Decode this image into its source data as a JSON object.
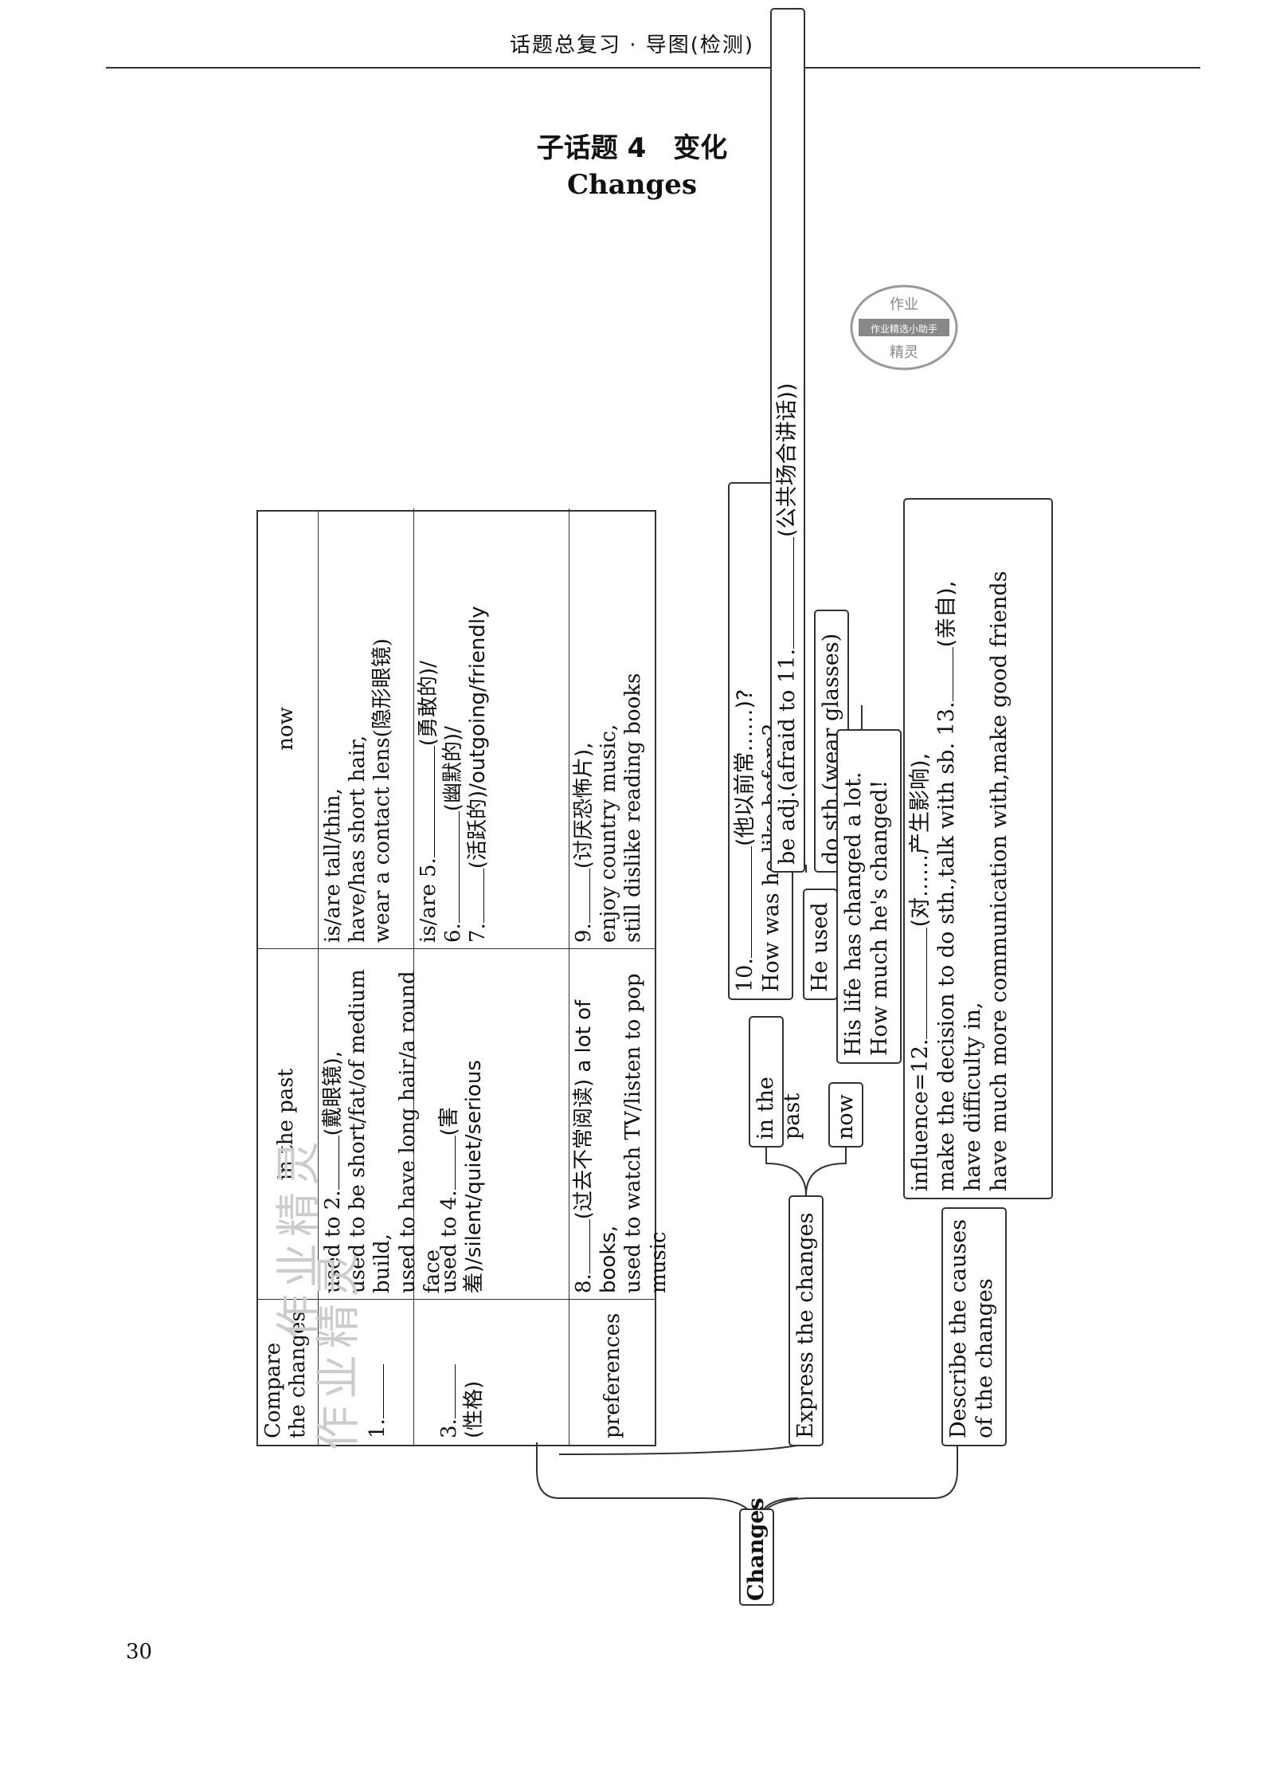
{
  "header": {
    "text": "话题总复习 · 导图(检测)"
  },
  "title": {
    "zh": "子话题 4　变化",
    "en": "Changes"
  },
  "page_number": "30",
  "root": {
    "label": "Changes"
  },
  "compare": {
    "label": "Compare the changes",
    "col_past": "in the past",
    "col_now": "now",
    "rows": [
      {
        "label_blank": "1.",
        "past": [
          "used to 2.",
          "(戴眼镜),",
          "used to be short/fat/of medium build,",
          "used to have long hair/a round face"
        ],
        "now": [
          "is/are tall/thin,",
          "have/has short hair,",
          "wear a contact lens(隐形眼镜)"
        ]
      },
      {
        "label_blank": "3.",
        "label_hint": "(性格)",
        "past": [
          "used to 4.",
          "(害羞)/silent/quiet/serious"
        ],
        "now": [
          "is/are 5.",
          "(勇敢的)/",
          "6.",
          "(幽默的)/",
          "7.",
          "(活跃的)/outgoing/friendly"
        ]
      },
      {
        "label": "preferences",
        "past": [
          "8.",
          "(过去不常阅读) a lot of books,",
          "used to watch TV/listen to pop music"
        ],
        "now": [
          "9.",
          "(讨厌恐怖片),",
          "enjoy country music,",
          "still dislike reading books"
        ]
      }
    ]
  },
  "express": {
    "label": "Express the changes",
    "in_the_past": "in the past",
    "now": "now",
    "q10": {
      "blank": "10.",
      "hint": "(他以前常……)?",
      "q": "How was he like before?"
    },
    "he_used_to": "He used to",
    "be_adj": {
      "prefix": "be adj.(afraid to 11.",
      "hint": "(公共场合讲话))"
    },
    "do_sth": "do sth.(wear glasses)",
    "now_lines": [
      "His life has changed a lot.",
      "How much he's changed!"
    ]
  },
  "causes": {
    "label": "Describe the causes of the changes",
    "lines": [
      {
        "a": "influence=12.",
        "b": "(对……产生影响),",
        "c": ""
      },
      {
        "a": "make the decision to do sth.,talk with sb. 13.",
        "b": "(亲自),",
        "c": ""
      },
      {
        "a": "have difficulty in,",
        "b": "",
        "c": ""
      },
      {
        "a": "have much more communication with,make good friends",
        "b": "",
        "c": ""
      }
    ]
  },
  "stamp": {
    "top": "作业",
    "mid": "作业精选小助手",
    "bottom": "精灵"
  },
  "watermark": {
    "text": "作业精灵"
  }
}
